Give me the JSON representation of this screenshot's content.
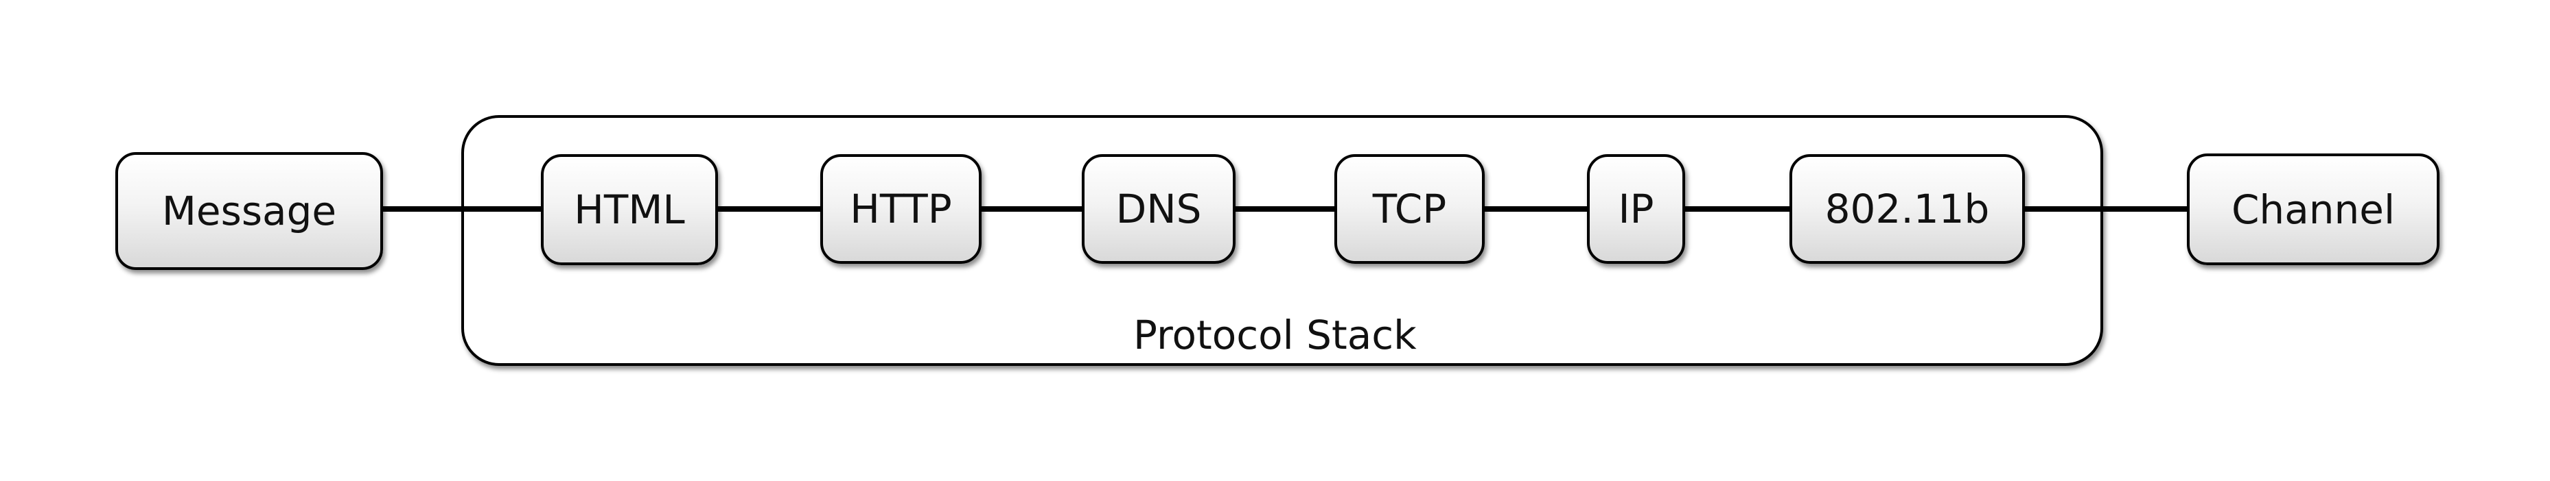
{
  "diagram": {
    "group": {
      "label": "Protocol Stack"
    },
    "nodes": {
      "message": "Message",
      "html": "HTML",
      "http": "HTTP",
      "dns": "DNS",
      "tcp": "TCP",
      "ip": "IP",
      "wifi": "802.11b",
      "channel": "Channel"
    },
    "colors": {
      "stroke": "#000000",
      "fill_top": "#ffffff",
      "fill_bottom": "#d9d9d9"
    }
  }
}
